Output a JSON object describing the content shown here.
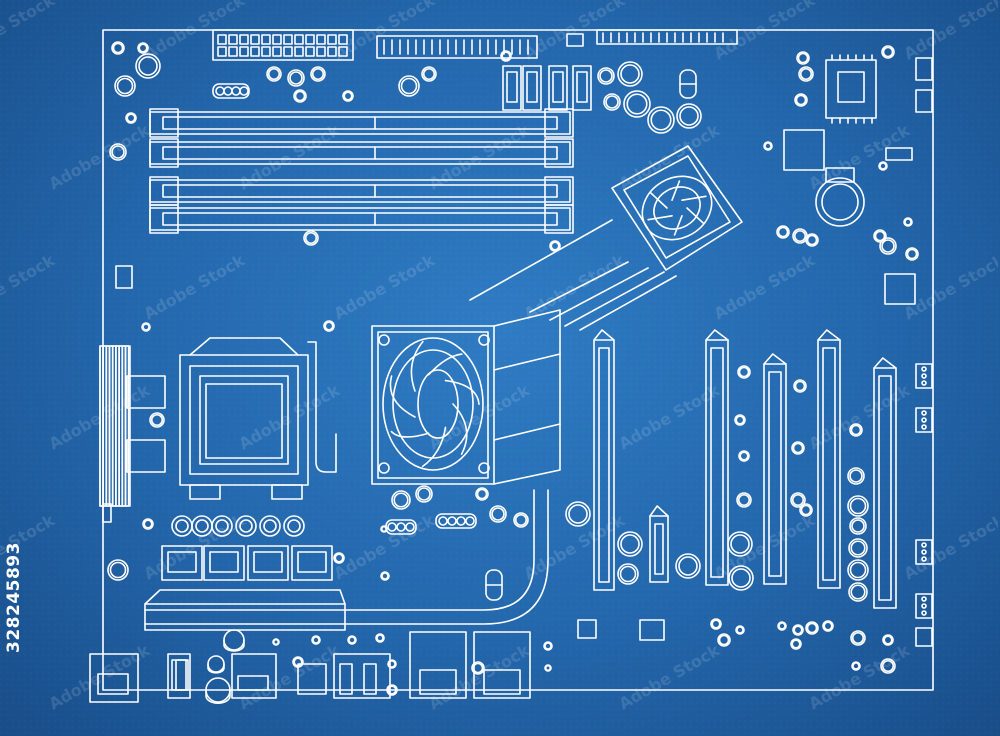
{
  "stock_id": "328245893",
  "watermark_text": "Adobe Stock",
  "colors": {
    "background": "#2670b8",
    "line": "#ffffff"
  },
  "components": [
    "motherboard-outline",
    "atx-power-connector",
    "ide-connector",
    "dimm-slot",
    "cpu-socket",
    "cpu-fan",
    "chipset-fan",
    "heat-pipe",
    "pci-slot",
    "pcie-slot",
    "sata-port",
    "capacitor",
    "vrm-choke",
    "io-ports"
  ]
}
